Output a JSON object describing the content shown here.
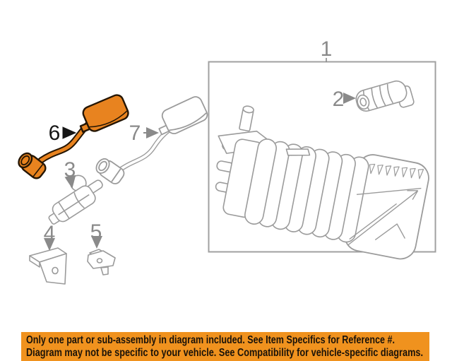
{
  "diagram": {
    "description": "OEM parts diagram, evaporative emission canister assembly",
    "parts": [
      {
        "ref": "1",
        "name": "vapor-canister-assembly"
      },
      {
        "ref": "2",
        "name": "vent-hose-elbow"
      },
      {
        "ref": "3",
        "name": "purge-valve"
      },
      {
        "ref": "4",
        "name": "mounting-bracket"
      },
      {
        "ref": "5",
        "name": "retainer-clip"
      },
      {
        "ref": "6",
        "name": "pressure-sensor-highlighted"
      },
      {
        "ref": "7",
        "name": "pressure-sensor"
      }
    ],
    "colors": {
      "line_gray": "#9b9b9b",
      "label_gray": "#8a8a8a",
      "box_border": "#a0a0a0",
      "highlight_fill": "#E8831F",
      "highlight_stroke": "#241503",
      "highlight_label": "#161616"
    }
  },
  "banner": {
    "bg": "#F0921E",
    "text_color": "#1b1309",
    "line1": "Only one part or sub-assembly in diagram included. See Item Specifics for Reference #.",
    "line2": "Diagram may not be specific to your vehicle. See Compatibility for vehicle-specific diagrams."
  }
}
